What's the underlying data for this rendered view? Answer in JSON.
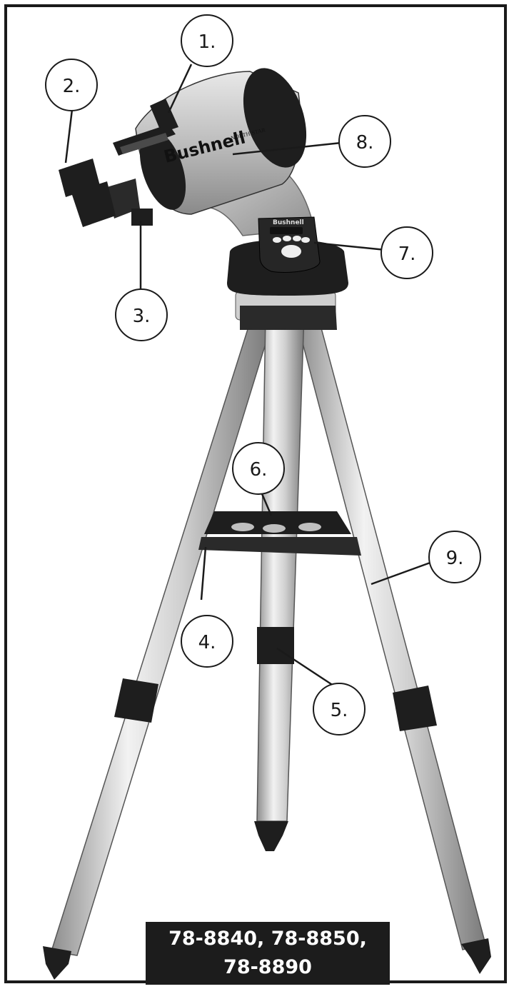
{
  "callouts": [
    {
      "id": "c1",
      "label": "1."
    },
    {
      "id": "c2",
      "label": "2."
    },
    {
      "id": "c3",
      "label": "3."
    },
    {
      "id": "c4",
      "label": "4."
    },
    {
      "id": "c5",
      "label": "5."
    },
    {
      "id": "c6",
      "label": "6."
    },
    {
      "id": "c7",
      "label": "7."
    },
    {
      "id": "c8",
      "label": "8."
    },
    {
      "id": "c9",
      "label": "9."
    }
  ],
  "telescope": {
    "brand_logo": "Bushnell",
    "series_logo": "NORTH STAR",
    "handset_logo": "Bushnell"
  },
  "models": {
    "line1": "78-8840, 78-8850,",
    "line2": "78-8890"
  },
  "colors": {
    "frame": "#1a1a1a",
    "metal": "#c9c9c9",
    "black_parts": "#1e1e1e"
  }
}
